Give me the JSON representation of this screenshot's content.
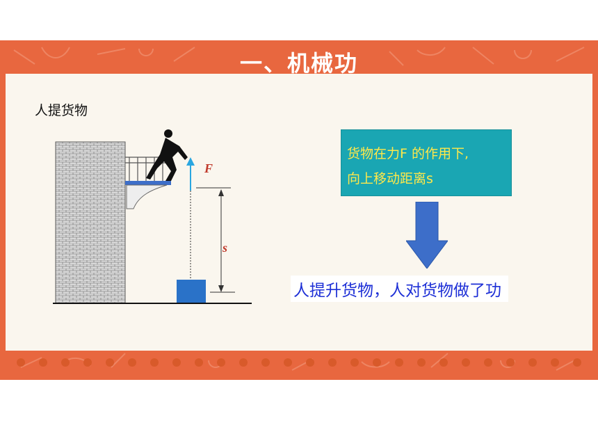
{
  "slide": {
    "title": "一、机械功",
    "subtitle": "人提货物",
    "diagram": {
      "force_label": "F",
      "distance_label": "s"
    },
    "info_box": {
      "line1": "货物在力F 的作用下,",
      "line2": "向上移动距离s"
    },
    "conclusion": "人提升货物，人对货物做了功",
    "colors": {
      "frame": "#e8673f",
      "panel": "#faf6ee",
      "info_box": "#1aa6b3",
      "info_text": "#ffe84a",
      "arrow": "#3d6ec9",
      "conclusion_text": "#1d2fd6",
      "force_arrow": "#2aa6e0"
    }
  }
}
